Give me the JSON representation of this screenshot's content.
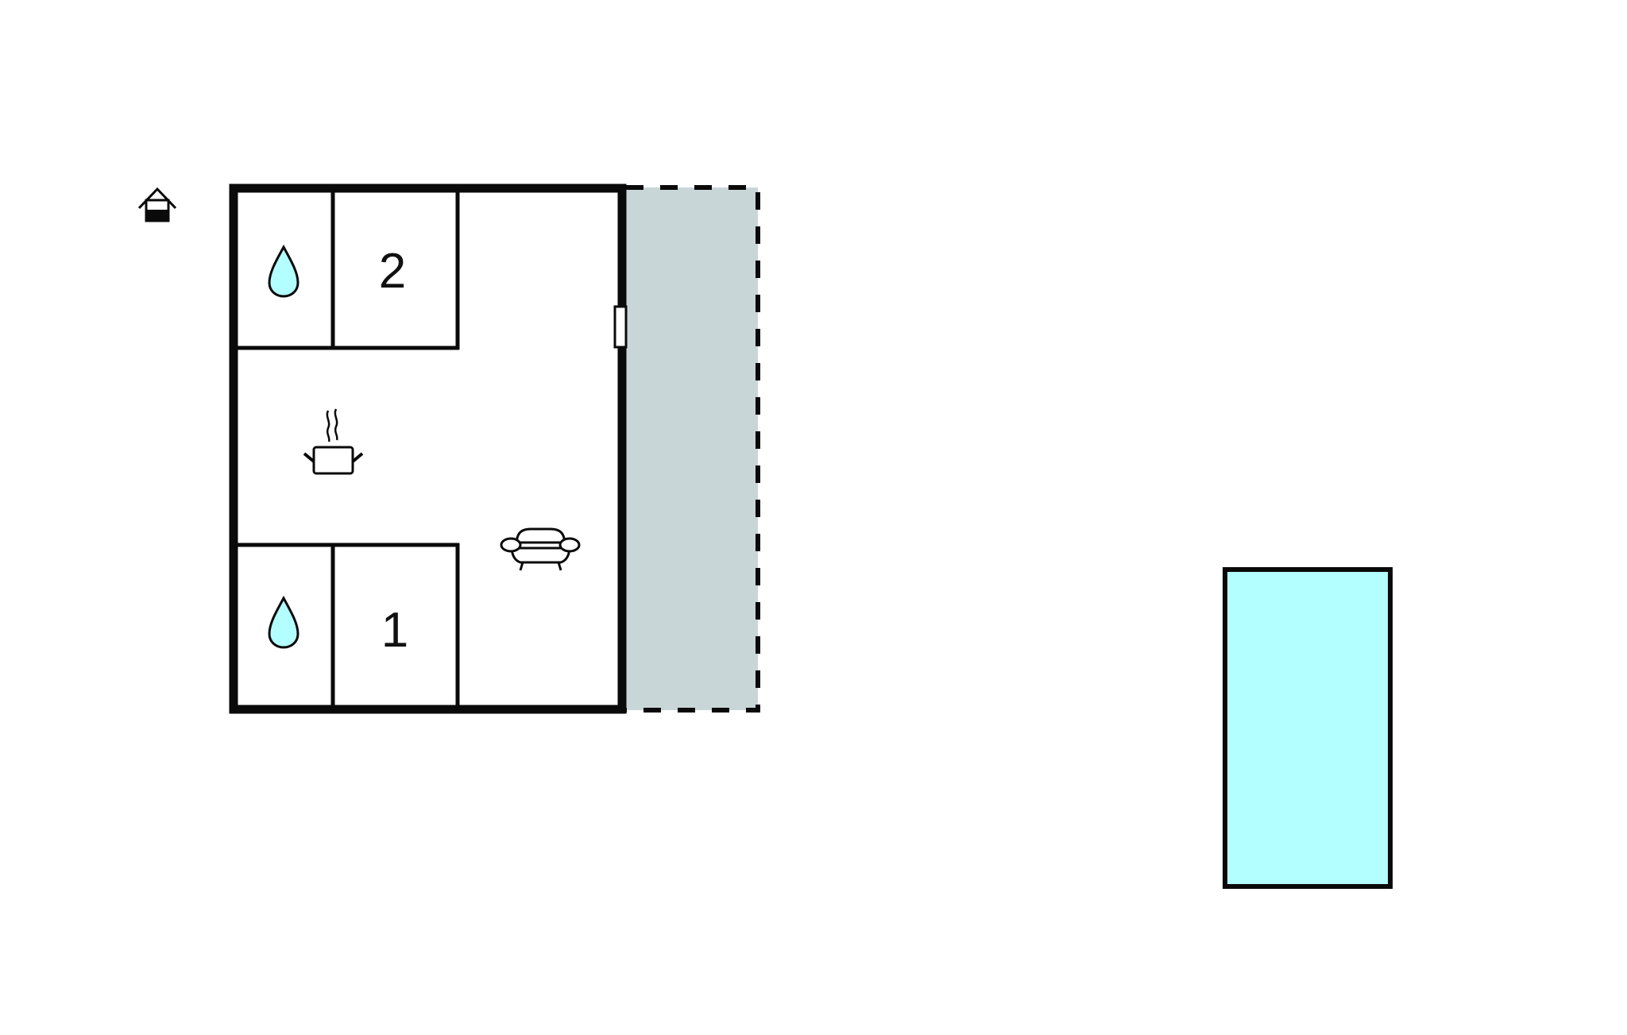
{
  "diagram": {
    "type": "floor-plan",
    "colors": {
      "wall": "#0a0a0a",
      "terrace": "#c9d6d8",
      "pool": "#b3ffff",
      "water_icon": "#b3ffff",
      "background": "#ffffff"
    },
    "legend_icon": "house-entrance-icon",
    "rooms": [
      {
        "id": "bathroom-top",
        "icon": "water-drop-icon",
        "label": ""
      },
      {
        "id": "bedroom-2",
        "icon": "",
        "label": "2"
      },
      {
        "id": "kitchen",
        "icon": "cooking-pot-icon",
        "label": ""
      },
      {
        "id": "living-room",
        "icon": "sofa-icon",
        "label": ""
      },
      {
        "id": "bathroom-bottom",
        "icon": "water-drop-icon",
        "label": ""
      },
      {
        "id": "bedroom-1",
        "icon": "",
        "label": "1"
      }
    ],
    "features": [
      {
        "id": "terrace",
        "style": "dashed-outline"
      },
      {
        "id": "door",
        "location": "east-wall"
      },
      {
        "id": "pool",
        "shape": "rectangle"
      }
    ]
  }
}
